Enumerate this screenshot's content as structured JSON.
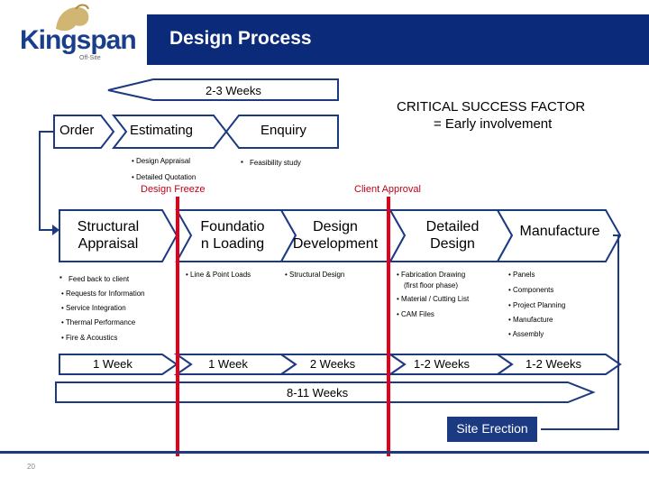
{
  "header": {
    "title": "Design Process",
    "logo_text": "Kingspan",
    "logo_sub": "Off-Site"
  },
  "top": {
    "duration": "2-3 Weeks",
    "success_factor_line1": "CRITICAL SUCCESS FACTOR",
    "success_factor_line2": "= Early involvement"
  },
  "phase1": {
    "order": "Order",
    "estimating": "Estimating",
    "enquiry": "Enquiry",
    "estimating_items": [
      "• Design Appraisal",
      "• Detailed Quotation"
    ],
    "enquiry_item": "Feasibility study"
  },
  "milestones": {
    "design_freeze": "Design Freeze",
    "client_approval": "Client Approval"
  },
  "stages": [
    {
      "label_line1": "Structural",
      "label_line2": "Appraisal",
      "duration": "1 Week"
    },
    {
      "label_line1": "Foundatio",
      "label_line2": "n Loading",
      "duration": "1 Week"
    },
    {
      "label_line1": "Design",
      "label_line2": "Development",
      "duration": "2 Weeks"
    },
    {
      "label_line1": "Detailed",
      "label_line2": "Design",
      "duration": "1-2 Weeks"
    },
    {
      "label_line1": "Manufacture",
      "label_line2": "",
      "duration": "1-2 Weeks"
    }
  ],
  "stage_items": {
    "structural": [
      "Feed back to client",
      "• Requests for Information",
      "• Service Integration",
      "• Thermal Performance",
      "• Fire & Acoustics"
    ],
    "foundation": [
      "• Line & Point Loads"
    ],
    "design_dev": [
      "• Structural Design"
    ],
    "detailed": [
      "• Fabrication Drawing",
      "(first floor phase)",
      "• Material / Cutting List",
      "• CAM Files"
    ],
    "manufacture": [
      "• Panels",
      "• Components",
      "• Project Planning",
      "• Manufacture",
      "• Assembly"
    ]
  },
  "bottom": {
    "total_duration": "8-11 Weeks",
    "site_erection": "Site Erection"
  },
  "footer": {
    "page_number": "20"
  },
  "colors": {
    "brand_navy": "#0b2b7a",
    "milestone_red": "#e3001b",
    "arrow_outline": "#1b3a82"
  }
}
